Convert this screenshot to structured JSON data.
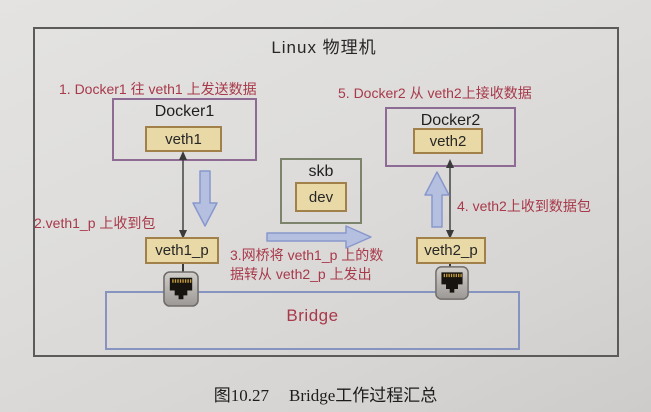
{
  "title": "Linux 物理机",
  "caption": {
    "figure_no": "图10.27",
    "text": "Bridge工作过程汇总"
  },
  "nodes": {
    "docker1": {
      "label": "Docker1",
      "iface": "veth1"
    },
    "docker2": {
      "label": "Docker2",
      "iface": "veth2"
    },
    "skb": {
      "label": "skb",
      "inner": "dev"
    },
    "veth1_p": {
      "label": "veth1_p"
    },
    "veth2_p": {
      "label": "veth2_p"
    },
    "bridge": {
      "label": "Bridge"
    }
  },
  "steps": {
    "s1": "1. Docker1 往 veth1 上发送数据",
    "s2": "2.veth1_p 上收到包",
    "s3_line1": "3.网桥将 veth1_p 上的数",
    "s3_line2": "据转从 veth2_p 上发出",
    "s4": "4. veth2上收到数据包",
    "s5": "5. Docker2 从 veth2上接收数据"
  },
  "icons": {
    "ethernet_left": "ethernet-port-icon",
    "ethernet_right": "ethernet-port-icon",
    "flow_down": "thick-down-arrow",
    "flow_up": "thick-up-arrow",
    "flow_right": "thick-right-arrow",
    "link_left": "double-headed-vertical-arrow",
    "link_right": "double-headed-vertical-arrow"
  },
  "colors": {
    "step_text": "#a8394a",
    "bridge_text": "#a8394a",
    "tan_fill": "#e9d9a6",
    "tan_border": "#a18049",
    "container_border": "#8d6b95",
    "skb_border": "#7c856b",
    "flow_arrow_fill": "#b5c0e0",
    "flow_arrow_border": "#8897cc",
    "bridge_border": "#8894c0",
    "host_border": "#5d5b59",
    "paper": "#dcdad8"
  }
}
